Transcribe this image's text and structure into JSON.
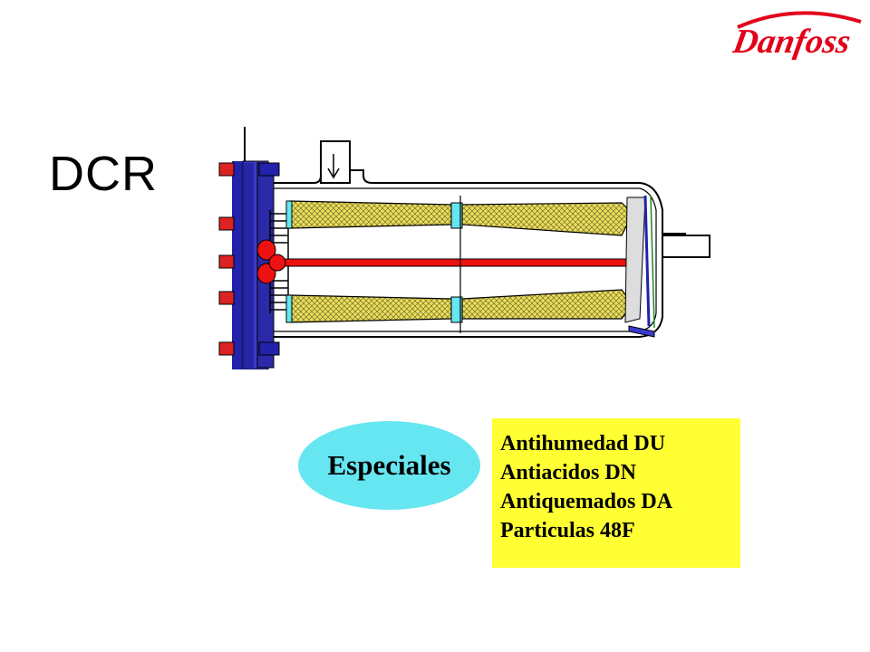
{
  "brand": {
    "name": "Danfoss",
    "color": "#e2001a"
  },
  "title": "DCR",
  "special": {
    "label": "Especiales",
    "oval_color": "#66e6f0",
    "box_color": "#ffff33",
    "items": [
      "Antihumedad DU",
      "Antiacidos DN",
      "Antiquemados DA",
      "Particulas 48F"
    ]
  },
  "diagram": {
    "colors": {
      "core": "#e8e05a",
      "rod": "#ee1111",
      "flange": "#2222aa",
      "bolt": "#dd2222"
    }
  }
}
